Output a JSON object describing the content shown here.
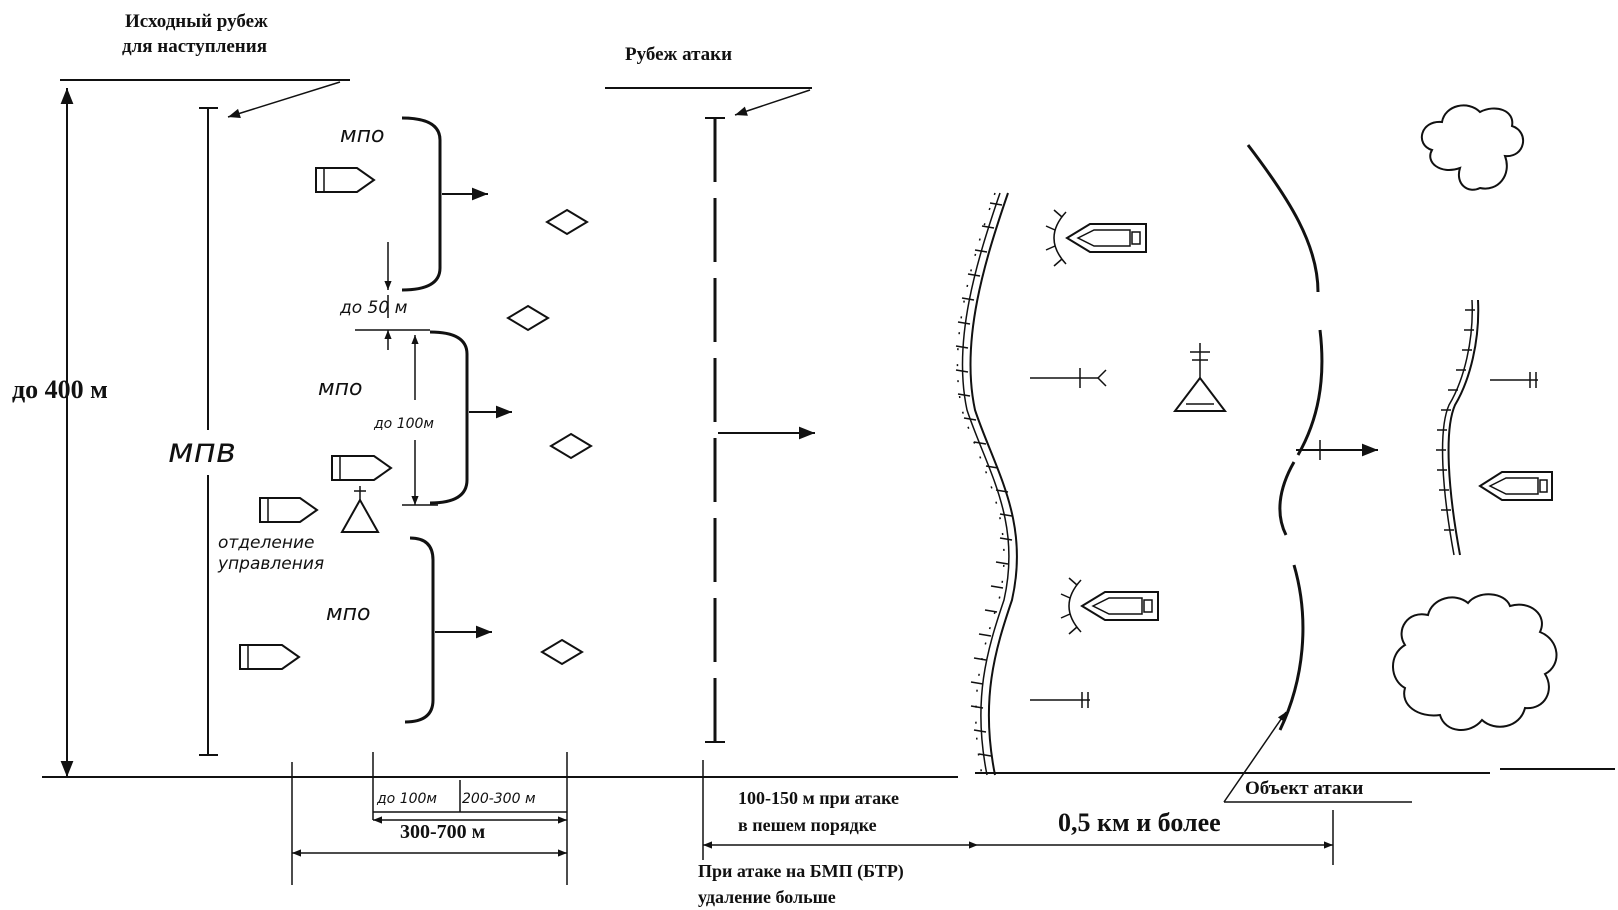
{
  "labels": {
    "initial_line": [
      "Исходный рубеж",
      "для наступления"
    ],
    "attack_line": "Рубеж атаки",
    "height_400": "до 400 м",
    "mpv": "мпв",
    "mpo_top": "мпо",
    "mpo_mid": "мпо",
    "mpo_bot": "мпо",
    "gap_50": "до 50 м",
    "height_100": "до 100м",
    "command_section": [
      "отделение",
      "управления"
    ],
    "dist_100": "до 100м",
    "dist_200_300": "200-300 м",
    "dist_300_700": "300-700 м",
    "dist_100_150": [
      "100-150 м при атаке",
      "в пешем порядке"
    ],
    "bmp_note": [
      "При атаке на БМП (БТР)",
      "удаление больше"
    ],
    "dist_05km": "0,5 км и более",
    "attack_object": "Объект атаки"
  }
}
